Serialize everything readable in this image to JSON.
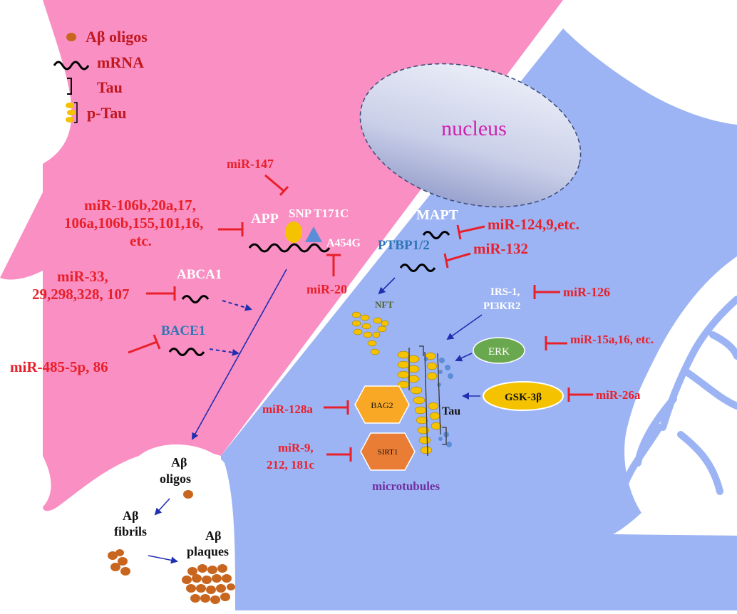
{
  "legend": {
    "abeta_oligos": "Aβ oligos",
    "mrna": "mRNA",
    "tau": "Tau",
    "ptau": "p-Tau"
  },
  "nucleus": "nucleus",
  "genes": {
    "app": "APP",
    "snp": "SNP T171C",
    "a454g": "A454G",
    "abca1": "ABCA1",
    "bace1": "BACE1",
    "mapt": "MAPT",
    "ptbp": "PTBP1/2",
    "irs1_line1": "IRS-1,",
    "irs1_line2": "PI3KR2"
  },
  "mirnas": {
    "mir147": "miR-147",
    "app_line1": "miR-106b,20a,17,",
    "app_line2": "106a,106b,155,101,16,",
    "app_line3": "etc.",
    "abca1_line1": "miR-33,",
    "abca1_line2": "29,298,328, 107",
    "bace1": "miR-485-5p, 86",
    "mir20": "miR-20",
    "mapt": "miR-124,9,etc.",
    "ptbp": "miR-132",
    "irs": "miR-126",
    "erk": "miR-15a,16, etc.",
    "gsk": "miR-26a",
    "bag2": "miR-128a",
    "sirt1_line1": "miR-9,",
    "sirt1_line2": "212, 181c"
  },
  "proteins": {
    "erk": "ERK",
    "gsk": "GSK-3β",
    "bag2": "BAG2",
    "sirt1": "SIRT1",
    "nft": "NFT",
    "tau": "Tau",
    "microtubules": "microtubules"
  },
  "abeta": {
    "oligos_line1": "Aβ",
    "oligos_line2": "oligos",
    "fibrils_line1": "Aβ",
    "fibrils_line2": "fibrils",
    "plaques_line1": "Aβ",
    "plaques_line2": "plaques"
  },
  "colors": {
    "pink_region": "#f98fc3",
    "blue_region": "#9db4f4",
    "inhibition_red": "#e8202a",
    "arrow_blue": "#1f2fb0",
    "abeta_orange": "#c8651e",
    "ptau_yellow": "#f5c200",
    "erk_green": "#6aa84f",
    "bag2_orange": "#f9a825",
    "sirt1_orange": "#ea7d35"
  }
}
